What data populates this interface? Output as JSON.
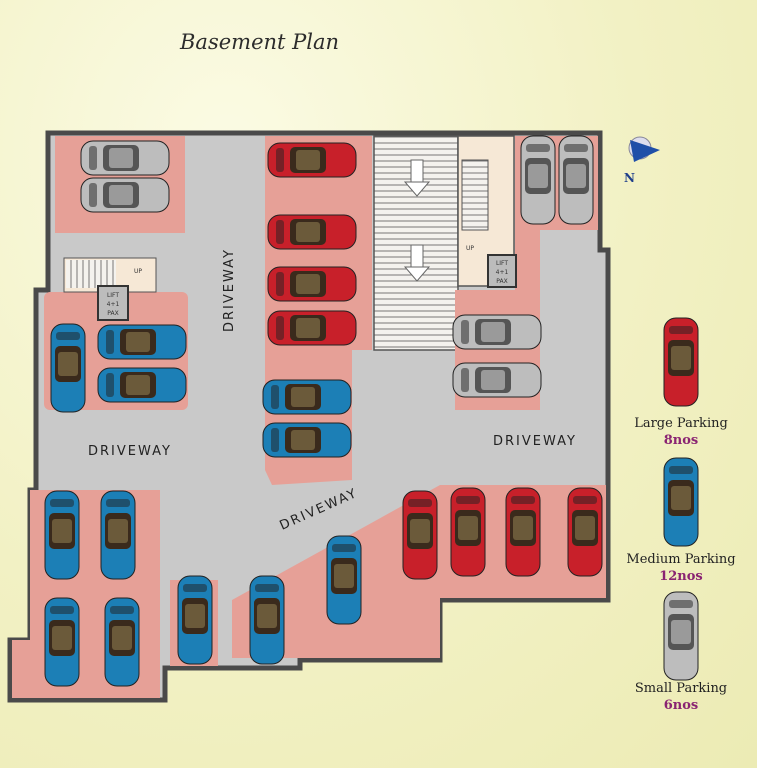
{
  "title": "Basement Plan",
  "compass": {
    "label": "N",
    "icon": "north-arrow-icon"
  },
  "plan": {
    "driveways": [
      "DRIVEWAY",
      "DRIVEWAY",
      "DRIVEWAY",
      "DRIVEWAY"
    ],
    "lift_left": {
      "line1": "LIFT",
      "line2": "4+1",
      "line3": "PAX"
    },
    "lift_right": {
      "line1": "LIFT",
      "line2": "4+1",
      "line3": "PAX"
    },
    "stair_up_left": "UP",
    "stair_up_right": "UP"
  },
  "legend": [
    {
      "label": "Large Parking",
      "count": "8nos",
      "color": "#c8202a"
    },
    {
      "label": "Medium Parking",
      "count": "12nos",
      "color": "#1c7fb6"
    },
    {
      "label": "Small Parking",
      "count": "6nos",
      "color": "#bdbdbd"
    }
  ],
  "colors": {
    "parking_zone": "#e6a097",
    "driveway": "#c9c9c9",
    "background": "#f2f1c4"
  }
}
